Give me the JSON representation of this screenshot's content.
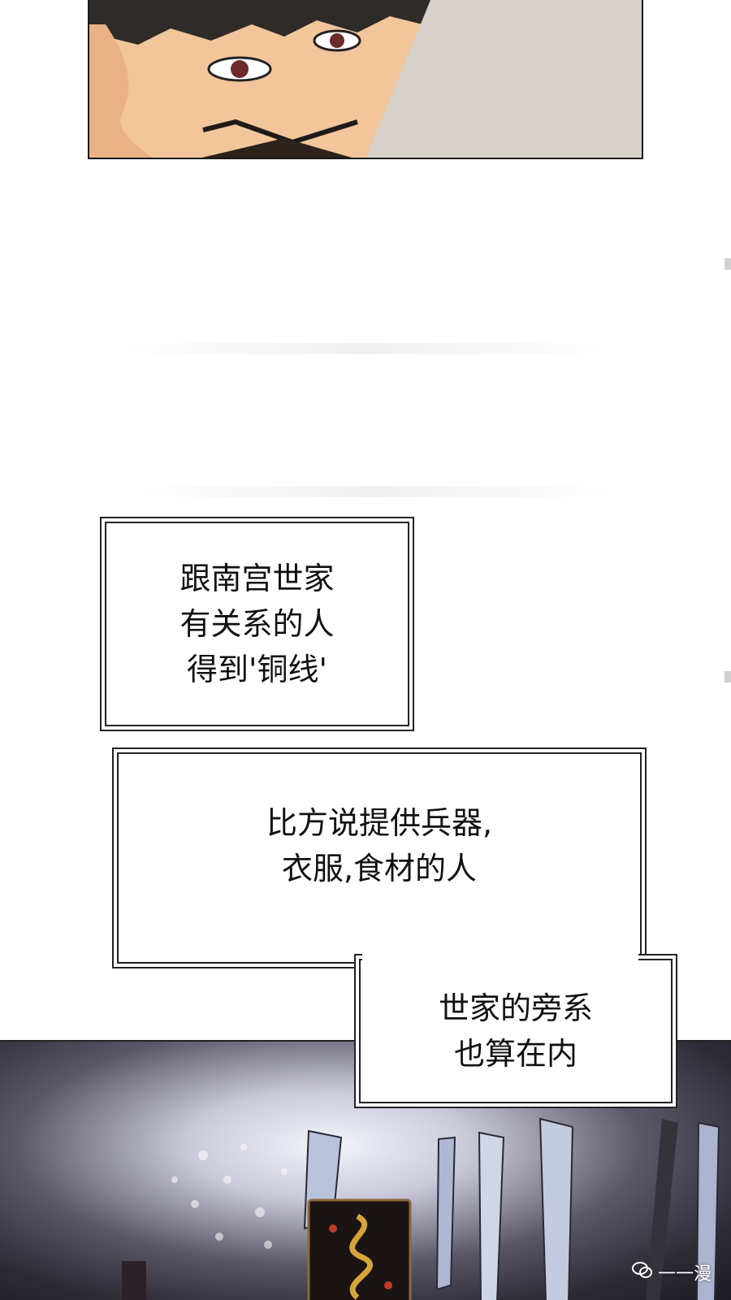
{
  "captions": {
    "box1": {
      "lines": [
        "跟南宫世家",
        "有关系的人",
        "得到'铜线'"
      ]
    },
    "box2": {
      "lines": [
        "比方说提供兵器,",
        "衣服,食材的人"
      ]
    },
    "box3": {
      "lines": [
        "世家的旁系",
        "也算在内"
      ]
    }
  },
  "watermark": {
    "text": "一一漫",
    "icon": "wechat-icon"
  },
  "colors": {
    "caption_border": "#222222",
    "panel_bg_dark": "#1e1c22"
  }
}
